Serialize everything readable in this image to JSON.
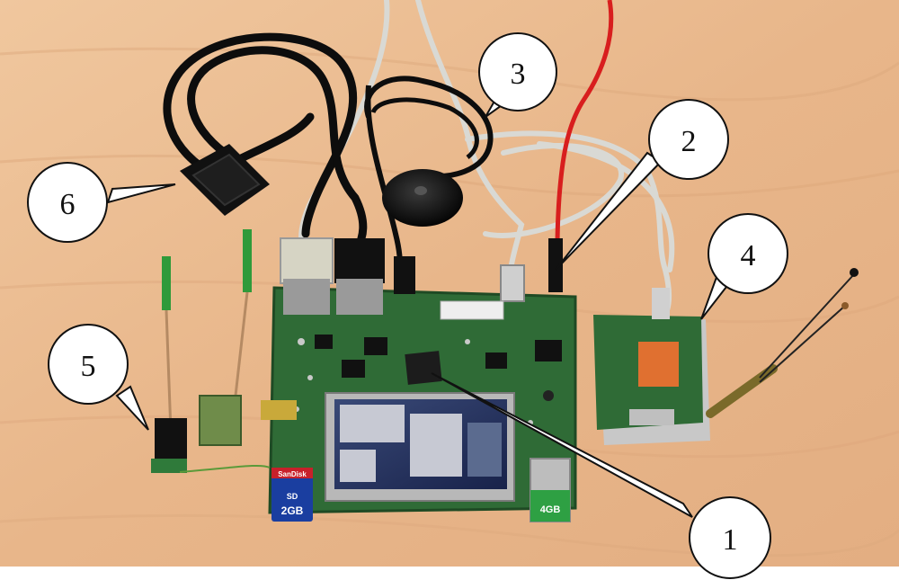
{
  "callouts": [
    {
      "id": "1",
      "label": "1"
    },
    {
      "id": "2",
      "label": "2"
    },
    {
      "id": "3",
      "label": "3"
    },
    {
      "id": "4",
      "label": "4"
    },
    {
      "id": "5",
      "label": "5"
    },
    {
      "id": "6",
      "label": "6"
    }
  ],
  "sd_card": {
    "brand": "SanDisk",
    "capacity": "2GB",
    "type": "SD"
  },
  "cf_card": {
    "capacity": "4GB"
  },
  "colors": {
    "table": "#e9b98c",
    "pcb": "#2f6b36",
    "cable_black": "#111111",
    "cable_grey": "#d9d9d4",
    "wire_red": "#d81e1e"
  },
  "icons": [
    "wood-table",
    "main-board",
    "lcd-screen",
    "obd-connector",
    "gps-antenna",
    "gsm-module",
    "antenna"
  ]
}
